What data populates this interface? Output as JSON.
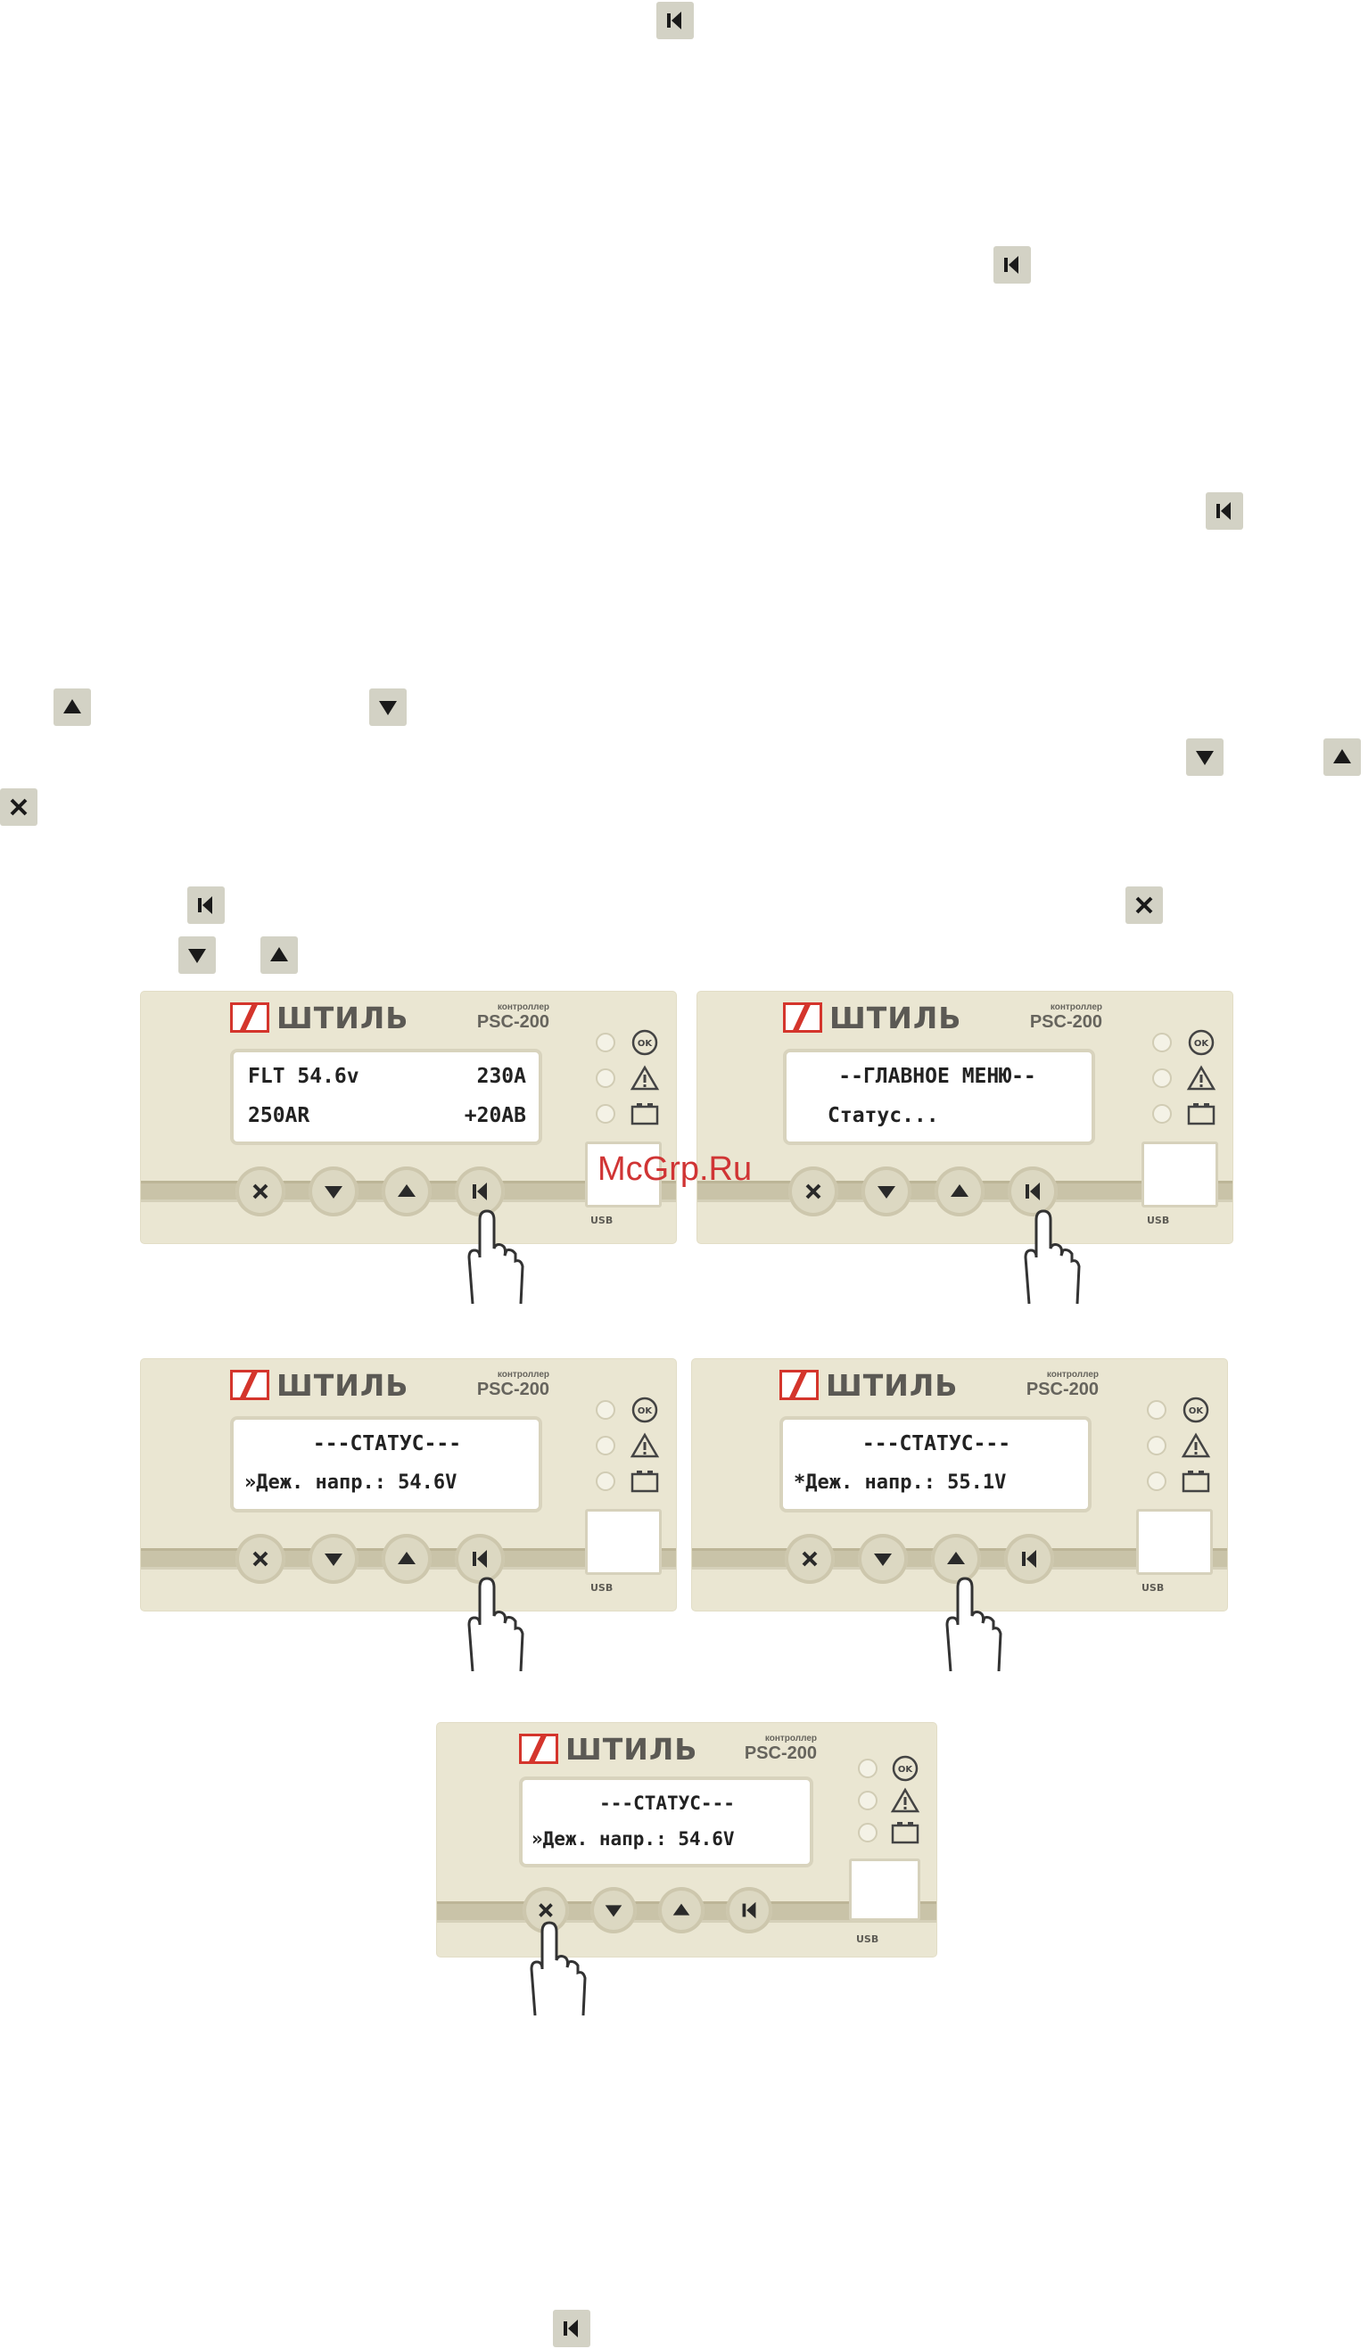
{
  "colors": {
    "key_bg": "#d3d2c5",
    "panel_bg": "#eae6d2",
    "logo_red": "#d4352c",
    "watermark": "#d03434"
  },
  "inline_keys": [
    "enter-key",
    "enter-key",
    "enter-key",
    "up-key",
    "down-key",
    "down-key",
    "up-key",
    "cancel-key",
    "enter-key",
    "cancel-key",
    "down-key",
    "up-key",
    "enter-key"
  ],
  "panels": [
    {
      "logo": "ШТИЛЬ",
      "model_sub": "контроллер",
      "model": "PSC-200",
      "lcd": {
        "line1_left": "FLT 54.6v",
        "line1_right": "230A",
        "line2_left": "250AR",
        "line2_right": "+20AB"
      },
      "usb_label": "USB",
      "pressed": "enter"
    },
    {
      "logo": "ШТИЛЬ",
      "model_sub": "контроллер",
      "model": "PSC-200",
      "lcd": {
        "line1": "--ГЛАВНОЕ МЕНЮ--",
        "line2": "Статус..."
      },
      "usb_label": "USB",
      "pressed": "enter"
    },
    {
      "logo": "ШТИЛЬ",
      "model_sub": "контроллер",
      "model": "PSC-200",
      "lcd": {
        "line1": "---СТАТУС---",
        "line2": "»Деж. напр.: 54.6V"
      },
      "usb_label": "USB",
      "pressed": "enter"
    },
    {
      "logo": "ШТИЛЬ",
      "model_sub": "контроллер",
      "model": "PSC-200",
      "lcd": {
        "line1": "---СТАТУС---",
        "line2": "*Деж. напр.: 55.1V"
      },
      "usb_label": "USB",
      "pressed": "up"
    },
    {
      "logo": "ШТИЛЬ",
      "model_sub": "контроллер",
      "model": "PSC-200",
      "lcd": {
        "line1": "---СТАТУС---",
        "line2": "»Деж. напр.: 54.6V"
      },
      "usb_label": "USB",
      "pressed": "cancel"
    }
  ],
  "indicators": {
    "ok_label": "OK"
  },
  "watermark": "McGrp.Ru"
}
